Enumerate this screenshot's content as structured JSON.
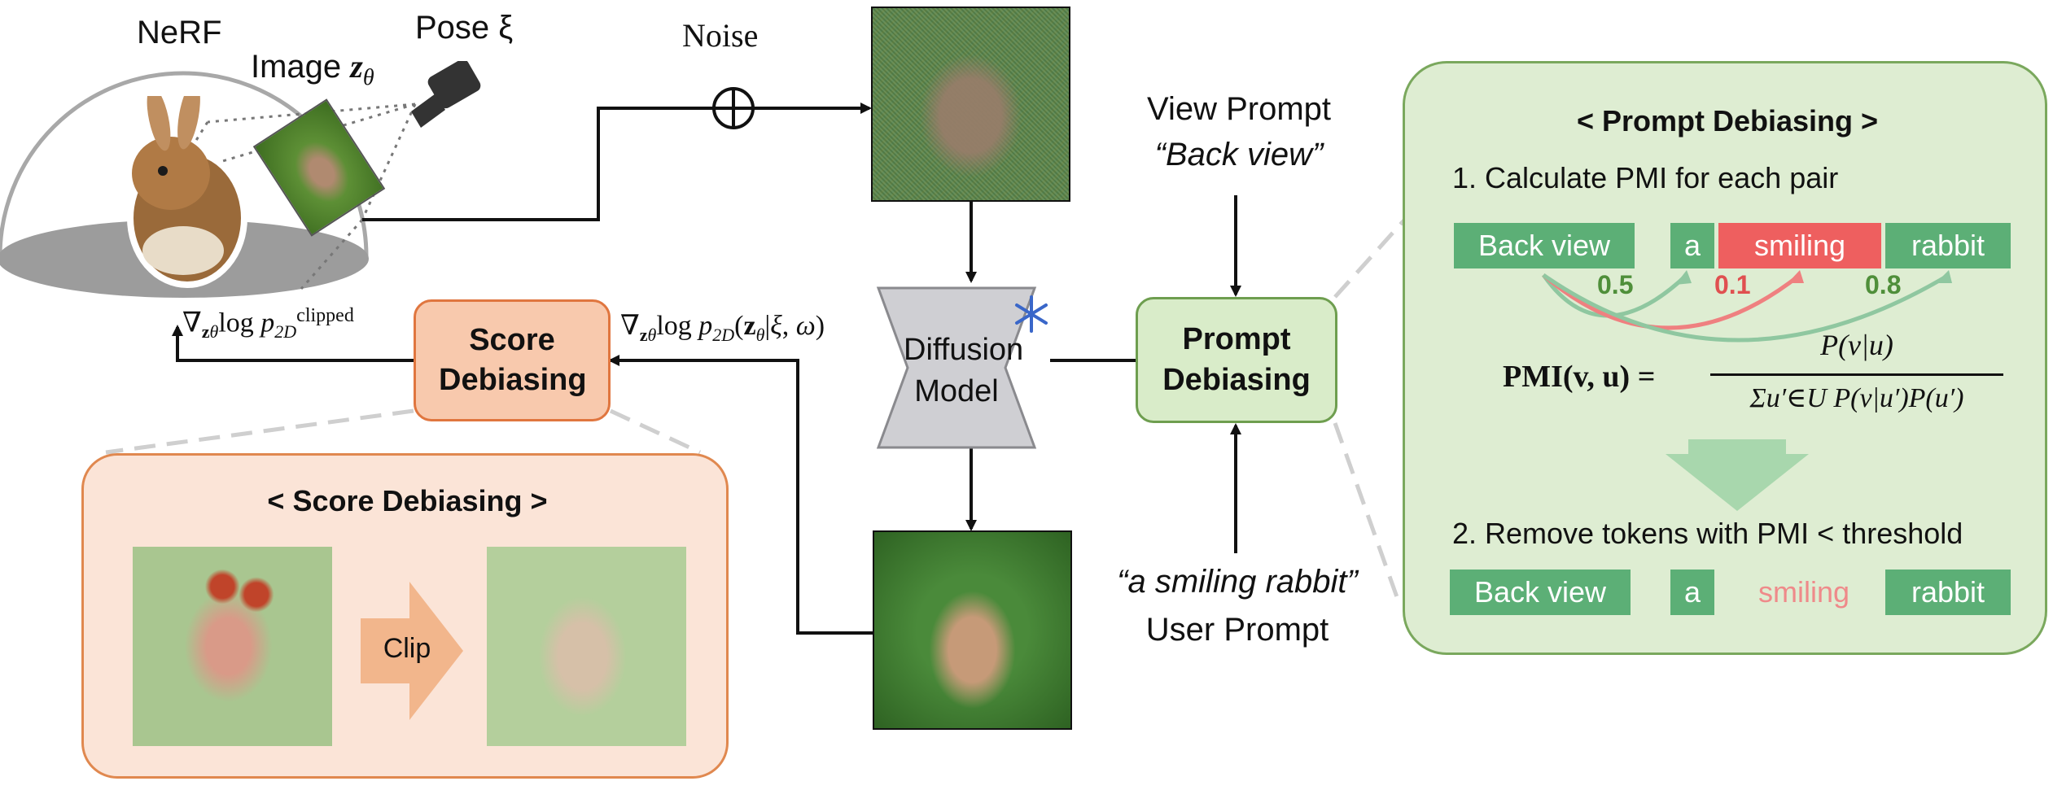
{
  "labels": {
    "nerf": "NeRF",
    "pose": "Pose ξ",
    "image_prefix": "Image ",
    "image_symbol": "z",
    "image_sub": "θ",
    "noise": "Noise",
    "view_prompt": "View Prompt",
    "view_prompt_value": "“Back view”",
    "user_prompt_value": "“a smiling rabbit”",
    "user_prompt": "User Prompt",
    "diffusion_model": "Diffusion Model",
    "score_debiasing": "Score Debiasing",
    "prompt_debiasing": "Prompt Debiasing",
    "grad_left": "∇zθ log p2D clipped",
    "grad_mid": "∇zθ log p2D(zθ|ξ, ω)"
  },
  "score_panel": {
    "title": "< Score Debiasing >",
    "clip_label": "Clip"
  },
  "prompt_panel": {
    "title": "< Prompt Debiasing >",
    "step1": "1. Calculate PMI for each pair",
    "step2": "2. Remove tokens with PMI < threshold",
    "tokens_row1": [
      "Back view",
      "a",
      "smiling",
      "rabbit"
    ],
    "tokens_row2": [
      "Back view",
      "a",
      "smiling",
      "rabbit"
    ],
    "pmi_values": [
      "0.5",
      "0.1",
      "0.8"
    ],
    "formula_lhs": "PMI(v, u) =",
    "formula_num": "P(v|u)",
    "formula_den": "Σu′∈U P(v|u′)P(u′)"
  },
  "colors": {
    "token_green": "#5caf76",
    "token_red": "#ee5f5f",
    "score_box": "#f8c9ad",
    "prompt_box": "#d9ecc9",
    "pmi_green": "#4f8f3a",
    "pmi_red": "#e05050"
  }
}
